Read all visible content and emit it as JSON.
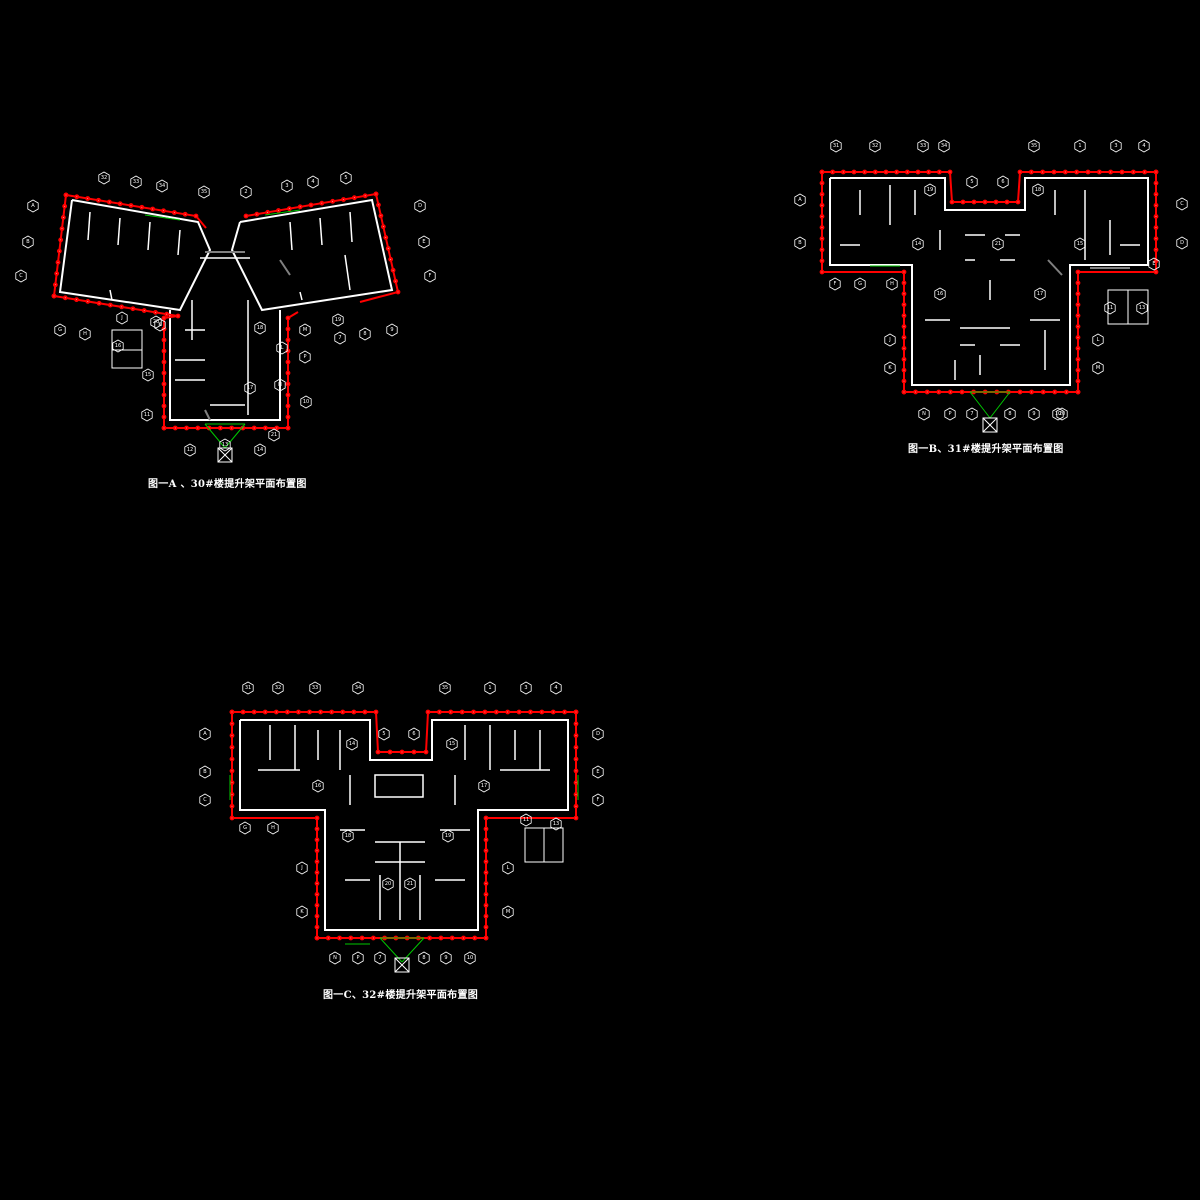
{
  "colors": {
    "background": "#000000",
    "wall": "#ffffff",
    "scaffold": "#ff0000",
    "dimension": "#0000ff",
    "support": "#00c800",
    "detail": "#808080"
  },
  "plans": [
    {
      "id": "A",
      "caption": "图一A 、30#楼提升架平面布置图",
      "grid_labels": [
        "32",
        "33",
        "34",
        "35",
        "2",
        "3",
        "4",
        "5",
        "A",
        "B",
        "C",
        "D",
        "E",
        "F",
        "G",
        "H",
        "J",
        "K",
        "L",
        "M",
        "N",
        "P",
        "7",
        "8",
        "9",
        "10",
        "11",
        "12",
        "13",
        "14",
        "15",
        "16",
        "17",
        "18",
        "19",
        "20",
        "21"
      ]
    },
    {
      "id": "B",
      "caption": "图一B、31#楼提升架平面布置图",
      "grid_labels": [
        "31",
        "32",
        "33",
        "34",
        "35",
        "1",
        "3",
        "4",
        "5",
        "6",
        "A",
        "B",
        "C",
        "D",
        "E",
        "F",
        "G",
        "H",
        "J",
        "K",
        "L",
        "M",
        "N",
        "P",
        "7",
        "8",
        "9",
        "10",
        "11",
        "13",
        "14",
        "15",
        "16",
        "17",
        "18",
        "19",
        "20",
        "21"
      ]
    },
    {
      "id": "C",
      "caption": "图一C、32#楼提升架平面布置图",
      "grid_labels": [
        "31",
        "32",
        "33",
        "34",
        "35",
        "1",
        "3",
        "4",
        "5",
        "6",
        "A",
        "B",
        "C",
        "D",
        "E",
        "F",
        "G",
        "H",
        "J",
        "K",
        "L",
        "M",
        "N",
        "P",
        "7",
        "8",
        "9",
        "10",
        "11",
        "13",
        "14",
        "15",
        "16",
        "17",
        "18",
        "19",
        "20",
        "21"
      ]
    }
  ]
}
